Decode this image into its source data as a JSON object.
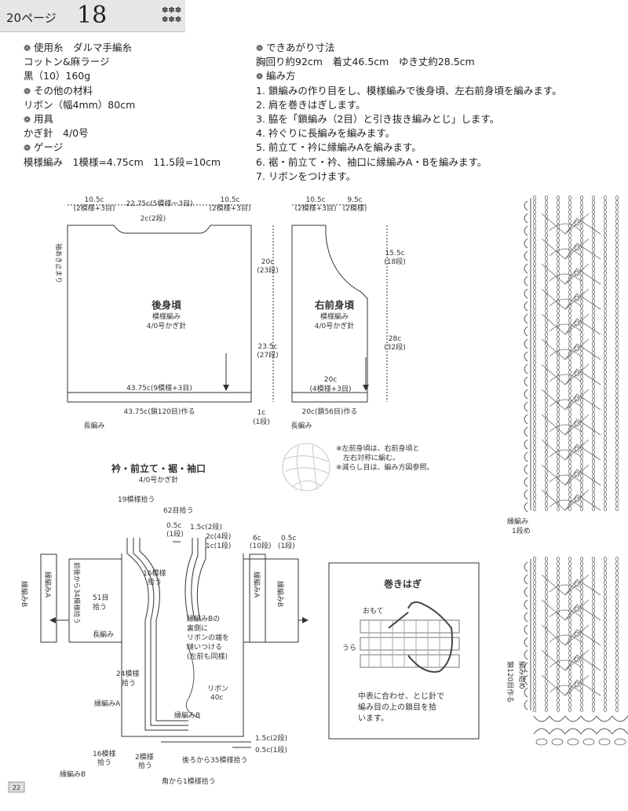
{
  "header": {
    "page_label": "20ページ",
    "pattern_no": "18",
    "stars": [
      "✽✽✽",
      "✽✽✽"
    ]
  },
  "materials": {
    "yarn_head": "使用糸　ダルマ手編糸",
    "yarn_name": "コットン&麻ラージ",
    "yarn_color": "黒（10）160g",
    "other_head": "その他の材料",
    "other_item": "リボン（幅4mm）80cm",
    "tools_head": "用具",
    "tools_item": "かぎ針　4/0号",
    "gauge_head": "ゲージ",
    "gauge_item": "模様編み　1模様=4.75cm　11.5段=10cm"
  },
  "finished": {
    "size_head": "できあがり寸法",
    "size_item": "胸回り約92cm　着丈46.5cm　ゆき丈約28.5cm",
    "method_head": "編み方",
    "steps": [
      "1. 鎖編みの作り目をし、模様編みで後身頃、左右前身頃を編みます。",
      "2. 肩を巻きはぎします。",
      "3. 脇を「鎖編み（2目）と引き抜き編みとじ」します。",
      "4. 衿ぐりに長編みを編みます。",
      "5. 前立て・衿に縁編みAを編みます。",
      "6. 裾・前立て・衿、袖口に縁編みA・Bを編みます。",
      "7. リボンをつけます。"
    ]
  },
  "back": {
    "w_left": "10.5c",
    "w_left_sub": "(2模様+3目)",
    "w_mid": "22.75c(5模様ー3目)",
    "w_right": "10.5c",
    "w_right_sub": "(2模様+3目)",
    "neck": "2c(2段)",
    "armhole": "袖あき止まり",
    "title": "後身頃",
    "sub1": "模様編み",
    "sub2": "4/0号かぎ針",
    "width_in": "43.75c(9模様+3目)",
    "width_base": "43.75c(鎖120目)作る",
    "long": "長編み",
    "h_upper": "20c",
    "h_upper_sub": "(23段)",
    "h_lower": "23.5c",
    "h_lower_sub": "(27段)",
    "h_base": "1c",
    "h_base_sub": "(1段)"
  },
  "front": {
    "w_left": "10.5c",
    "w_left_sub": "(2模様+3目)",
    "w_right": "9.5c",
    "w_right_sub": "(2模様)",
    "title": "右前身頃",
    "sub1": "模様編み",
    "sub2": "4/0号かぎ針",
    "h_neck": "15.5c",
    "h_neck_sub": "(18段)",
    "h_total": "28c",
    "h_total_sub": "(32段)",
    "width_in": "20c",
    "width_in_sub": "(4模様+3目)",
    "width_base": "20c(鎖56目)作る",
    "long": "長編み",
    "note1": "※左前身頃は、右前身頃と",
    "note2": "左右対称に編む。",
    "note3": "※減らし目は、編み方図参照。"
  },
  "border": {
    "title": "衿・前立て・裾・袖口",
    "sub": "4/0号かぎ針",
    "pick19": "19模様拾う",
    "pick62": "62目拾う",
    "c05a": "0.5c",
    "c05a_sub": "(1段)",
    "c15a": "1.5c(2段)",
    "c2": "2c(4段)",
    "c1": "1c(1段)",
    "c6": "6c",
    "c6_sub": "(10段)",
    "c05b": "0.5c",
    "c05b_sub": "(1段)",
    "pick16a": "16模様",
    "pick16a_sub": "拾う",
    "left_b": "縁編みA",
    "left_b2": "縁編みB",
    "right_a": "縁編みA",
    "right_b": "縁編みB",
    "pick34": "前後から34模様拾う",
    "pick51": "51目",
    "pick51_sub": "拾う",
    "long": "長編み",
    "ribbon_note": [
      "縁編みBの",
      "裏側に",
      "リボンの端を",
      "縫いつける",
      "(左前も同様)"
    ],
    "pick24": "24模様",
    "pick24_sub": "拾う",
    "ribbon": "リボン",
    "ribbon_len": "40c",
    "edge_a": "縁編みA",
    "edge_b": "縁編みB",
    "c15b": "1.5c(2段)",
    "c05c": "0.5c(1段)",
    "pick16b": "16模様",
    "pick16b_sub": "拾う",
    "pick2": "2模様",
    "pick2_sub": "拾う",
    "pick35": "後ろから35模様拾う",
    "edge_b_bottom": "縁編みB",
    "pick_corner": "角から1模様拾う"
  },
  "whip": {
    "title": "巻きはぎ",
    "front_label": "おもて",
    "back_label": "うら",
    "desc1": "中表に合わせ、とじ針で",
    "desc2": "編み目の上の鎖目を拾",
    "desc3": "います。"
  },
  "chart": {
    "edge_label1": "縁編み",
    "edge_label2": "1段め",
    "start1": "編み始め",
    "start2": "鎖120目作る"
  },
  "footer": {
    "page_mark": "22"
  }
}
